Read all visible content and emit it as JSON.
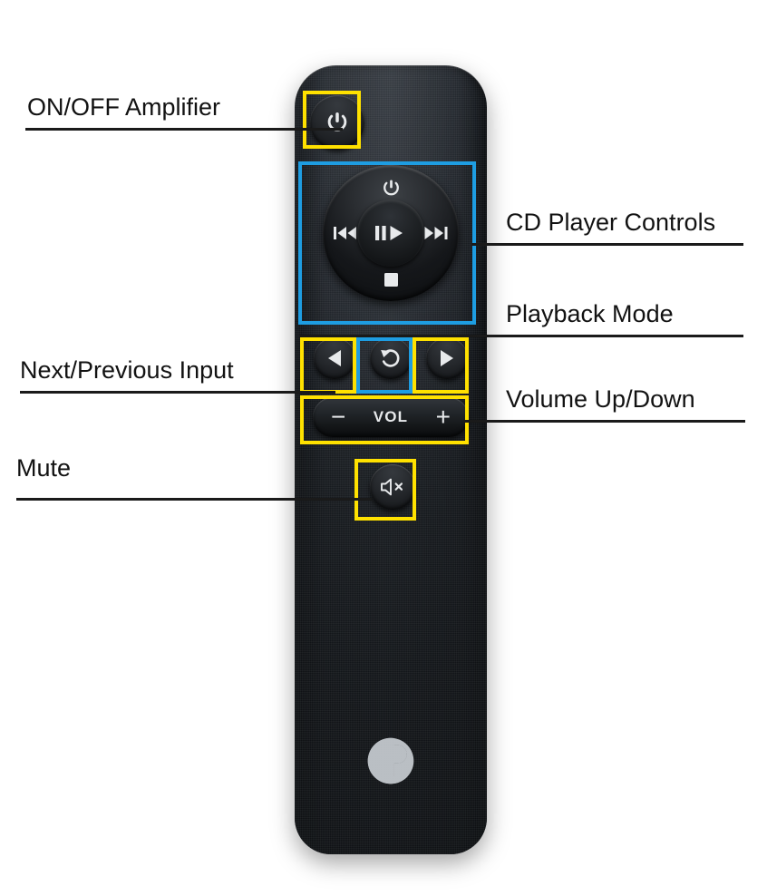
{
  "image": {
    "subject": "audio system remote control",
    "background_color": "#ffffff",
    "highlight_yellow": "#ffe100",
    "highlight_blue": "#1e9de2",
    "leader_line_color": "#1a1a1a"
  },
  "callouts": [
    {
      "id": "on-off-amplifier",
      "label": "ON/OFF Amplifier",
      "side": "left",
      "box_color": "#ffe100"
    },
    {
      "id": "cd-player-controls",
      "label": "CD Player Controls",
      "side": "right",
      "box_color": "#1e9de2"
    },
    {
      "id": "playback-mode",
      "label": "Playback Mode",
      "side": "right",
      "box_color": "#1e9de2"
    },
    {
      "id": "next-previous-input",
      "label": "Next/Previous Input",
      "side": "left",
      "box_color": "#ffe100"
    },
    {
      "id": "volume-up-down",
      "label": "Volume Up/Down",
      "side": "right",
      "box_color": "#ffe100"
    },
    {
      "id": "mute",
      "label": "Mute",
      "side": "left",
      "box_color": "#ffe100"
    }
  ],
  "remote": {
    "power_button": {
      "name": "ON/OFF Amplifier",
      "icon": "power-icon"
    },
    "cd_ring": {
      "power": {
        "name": "CD power",
        "icon": "power-icon"
      },
      "previous": {
        "name": "Previous track",
        "icon": "previous-track-icon"
      },
      "play_pause": {
        "name": "Play / Pause",
        "icon": "play-pause-icon"
      },
      "next": {
        "name": "Next track",
        "icon": "next-track-icon"
      },
      "stop": {
        "name": "Stop",
        "icon": "stop-icon"
      }
    },
    "input_row": {
      "previous_input": {
        "name": "Previous input",
        "icon": "triangle-left-icon"
      },
      "playback_mode": {
        "name": "Playback mode / repeat",
        "icon": "loop-arrow-icon"
      },
      "next_input": {
        "name": "Next input",
        "icon": "triangle-right-icon"
      }
    },
    "volume": {
      "minus": "−",
      "label": "VOL",
      "plus": "+"
    },
    "mute_button": {
      "name": "Mute",
      "icon": "speaker-mute-icon"
    },
    "brand_logo": {
      "name": "brand logo",
      "icon": "circle-p-logo-icon"
    }
  }
}
